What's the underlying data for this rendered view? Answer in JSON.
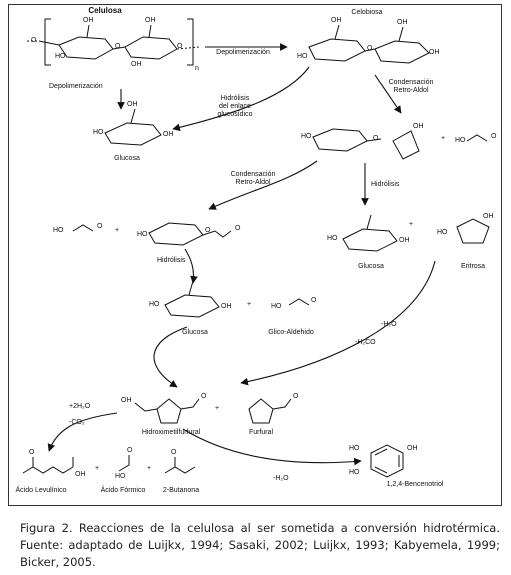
{
  "figure": {
    "caption": "Figura 2. Reacciones de la celulosa al ser sometida a conversión hidrotérmica. Fuente: adaptado de Luijkx, 1994; Sasaki, 2002; Luijkx, 1993; Kabyemela, 1999; Bicker, 2005."
  },
  "compounds": {
    "celulosa": "Celulosa",
    "subscript_n": "n",
    "celobiosa": "Celobiosa",
    "glucosa_1": "Glucosa",
    "glucosa_2": "Glucosa",
    "glucosa_3": "Glucosa",
    "eritrosa": "Eritrosa",
    "glicoaldehido": "Glico-Aldehido",
    "hmf": "Hidroximetilfurfural",
    "furfural": "Furfural",
    "levulinico": "Ácido Levulínico",
    "formico": "Ácido Fórmico",
    "butanona": "2-Butanona",
    "bencenotriol": "1,2,4-Bencenotriol"
  },
  "reactions": {
    "despolimerizacion_1": "Depolimerización",
    "despolimerizacion_2": "Depolimerización",
    "hidrolisis_enlace": [
      "Hidrólisis",
      "del enlace",
      "glucosídico"
    ],
    "condensacion_1": [
      "Condensación",
      "Retro-Aldol"
    ],
    "condensacion_2": [
      "Condensación",
      "Retro-Aldol"
    ],
    "hidrolisis_2": "Hidrólisis",
    "hidrolisis_3": "Hidrólisis",
    "minus_h2o_1": "-H₂O",
    "minus_h2co": "-H₂CO",
    "plus_2h2o": "+2H₂O",
    "minus_co2": "-CO₂",
    "minus_h2o_2": "-H₂O"
  },
  "atoms": {
    "OH": "OH",
    "HO": "HO",
    "O": "O",
    "plus": "+"
  }
}
